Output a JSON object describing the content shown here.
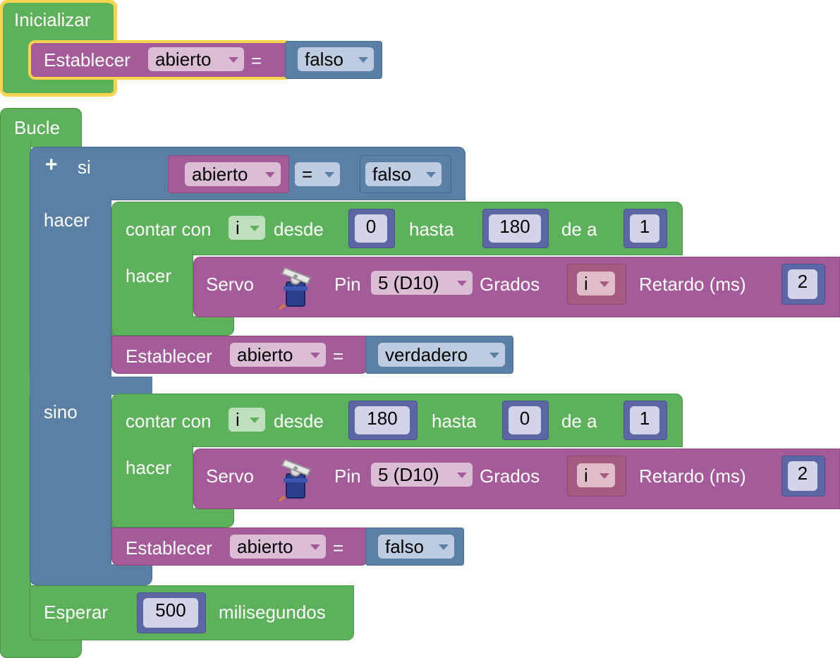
{
  "init": {
    "label": "Inicializar",
    "set_label": "Establecer",
    "var": "abierto",
    "eq": "=",
    "value": "falso"
  },
  "loop": {
    "label": "Bucle",
    "if_label": "si",
    "if_var": "abierto",
    "if_op": "=",
    "if_value": "falso",
    "do_label": "hacer",
    "else_label": "sino",
    "count1": {
      "label": "contar con",
      "var": "i",
      "from_label": "desde",
      "from": "0",
      "to_label": "hasta",
      "to": "180",
      "by_label": "de a",
      "by": "1",
      "do_label": "hacer"
    },
    "servo1": {
      "label": "Servo",
      "pin_label": "Pin",
      "pin": "5 (D10)",
      "deg_label": "Grados",
      "deg_var": "i",
      "delay_label": "Retardo (ms)",
      "delay": "2"
    },
    "set1": {
      "label": "Establecer",
      "var": "abierto",
      "eq": "=",
      "value": "verdadero"
    },
    "count2": {
      "label": "contar con",
      "var": "i",
      "from_label": "desde",
      "from": "180",
      "to_label": "hasta",
      "to": "0",
      "by_label": "de a",
      "by": "1",
      "do_label": "hacer"
    },
    "servo2": {
      "label": "Servo",
      "pin_label": "Pin",
      "pin": "5 (D10)",
      "deg_label": "Grados",
      "deg_var": "i",
      "delay_label": "Retardo (ms)",
      "delay": "2"
    },
    "set2": {
      "label": "Establecer",
      "var": "abierto",
      "eq": "=",
      "value": "falso"
    },
    "wait": {
      "label": "Esperar",
      "value": "500",
      "unit": "milisegundos"
    }
  },
  "colors": {
    "green": "#5cb15a",
    "blue": "#5b80a5",
    "purple": "#a55b99",
    "number": "#5b67a5",
    "selected": "#fcd34d"
  },
  "icons": {
    "servo": "servo-motor-icon",
    "plus": "plus-icon"
  }
}
